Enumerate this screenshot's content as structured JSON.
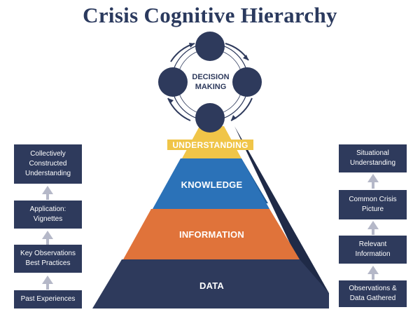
{
  "title": "Crisis Cognitive Hierarchy",
  "cycle": {
    "label": "DECISION\nMAKING"
  },
  "pyramid": {
    "layers": [
      {
        "label": "UNDERSTANDING",
        "color": "#f0c548"
      },
      {
        "label": "KNOWLEDGE",
        "color": "#2b72b8"
      },
      {
        "label": "INFORMATION",
        "color": "#e0733a"
      },
      {
        "label": "DATA",
        "color": "#2e3a5c"
      }
    ]
  },
  "left_column": {
    "boxes": [
      "Collectively\nConstructed\nUnderstanding",
      "Application:\nVignettes",
      "Key Observations\nBest Practices",
      "Past Experiences"
    ]
  },
  "right_column": {
    "boxes": [
      "Situational\nUnderstanding",
      "Common Crisis\nPicture",
      "Relevant\nInformation",
      "Observations &\nData Gathered"
    ]
  },
  "colors": {
    "navy": "#2e3a5c",
    "arrow_gray": "#b5b8c8"
  }
}
